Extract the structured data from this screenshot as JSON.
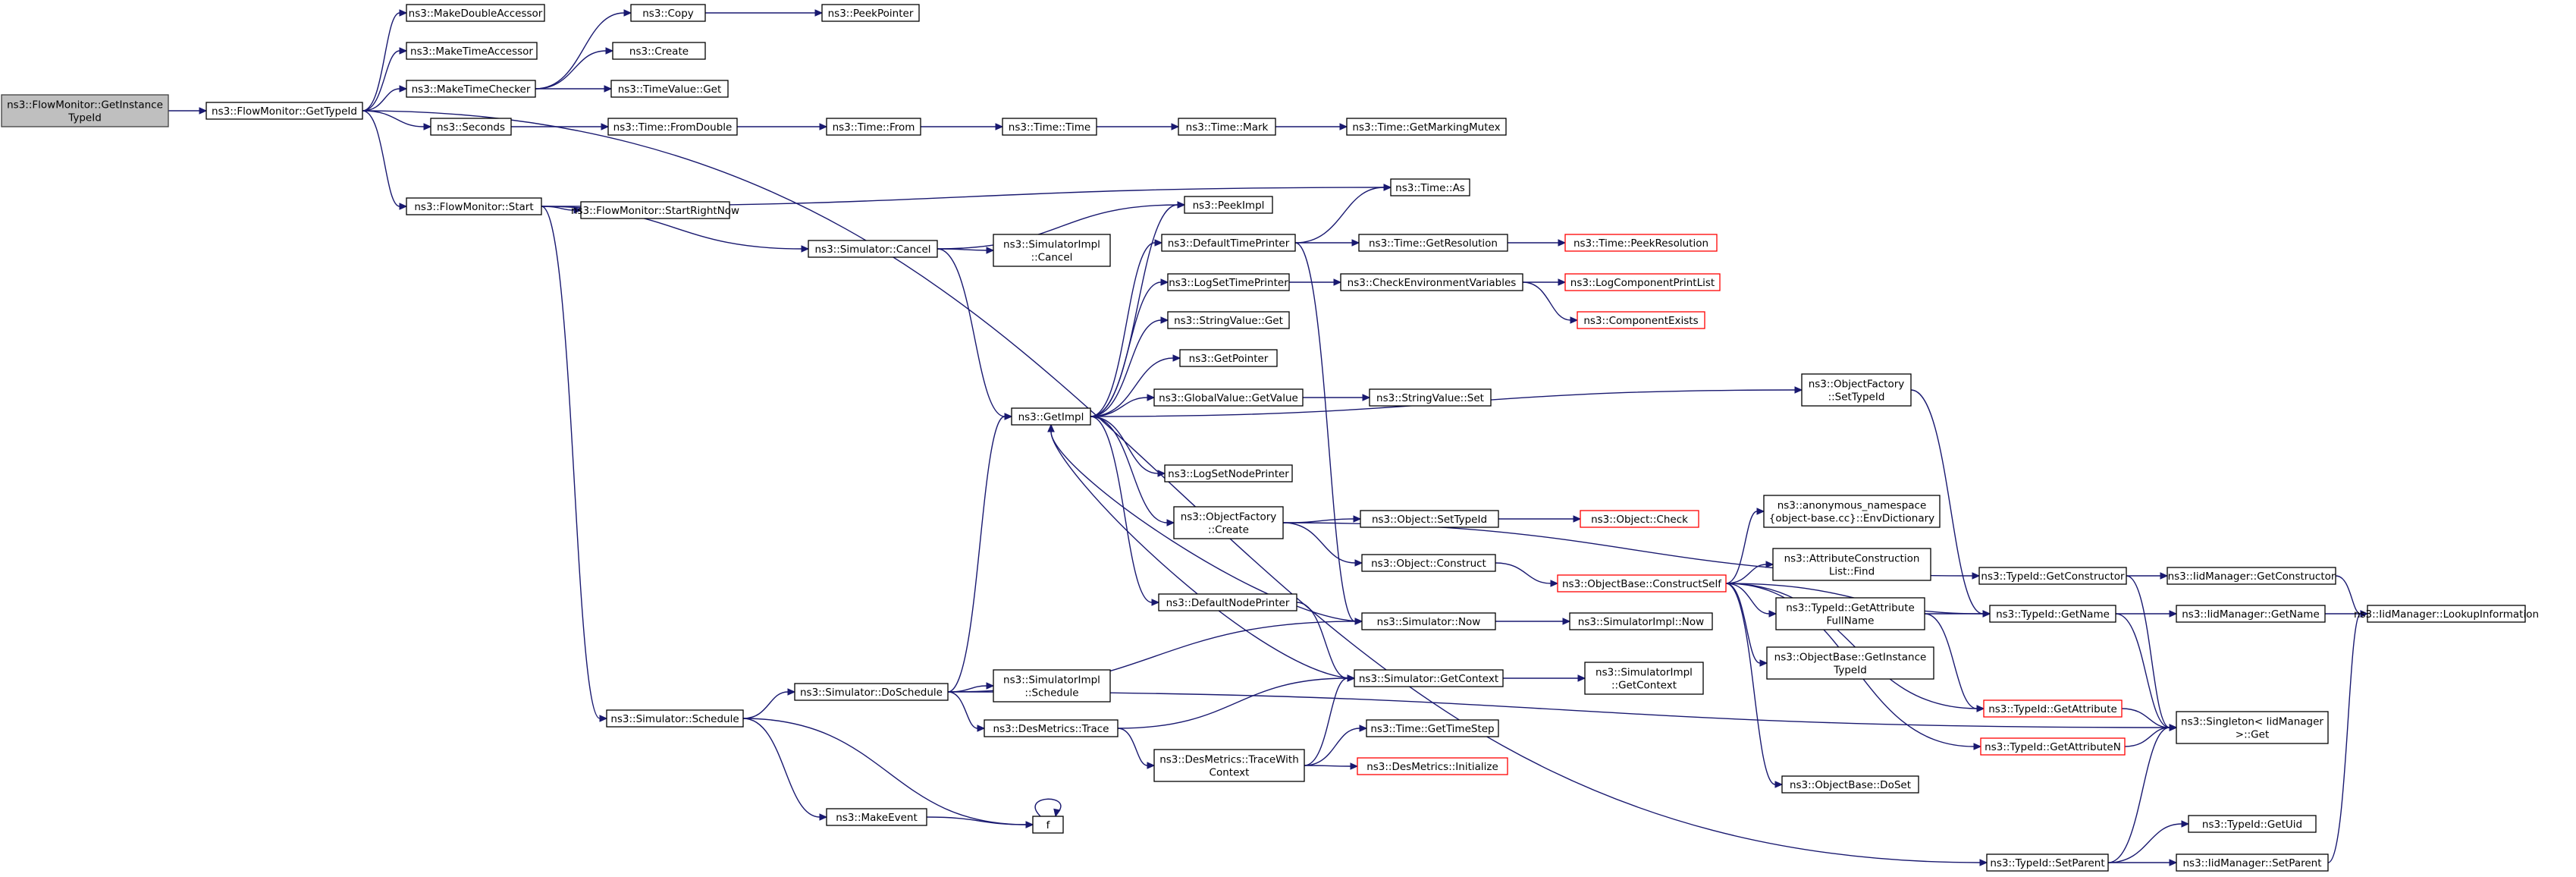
{
  "nodes": [
    {
      "id": "n0",
      "lines": [
        "ns3::FlowMonitor::GetInstance",
        "TypeId"
      ],
      "root": true
    },
    {
      "id": "n1",
      "lines": [
        "ns3::FlowMonitor::GetTypeId"
      ]
    },
    {
      "id": "n2",
      "lines": [
        "ns3::MakeDoubleAccessor"
      ]
    },
    {
      "id": "n3",
      "lines": [
        "ns3::MakeTimeAccessor"
      ]
    },
    {
      "id": "n4",
      "lines": [
        "ns3::MakeTimeChecker"
      ]
    },
    {
      "id": "n5",
      "lines": [
        "ns3::Seconds"
      ]
    },
    {
      "id": "n6",
      "lines": [
        "ns3::FlowMonitor::Start"
      ]
    },
    {
      "id": "n7",
      "lines": [
        "ns3::TypeId::SetParent"
      ]
    },
    {
      "id": "n8",
      "lines": [
        "ns3::Copy"
      ]
    },
    {
      "id": "n9",
      "lines": [
        "ns3::Create"
      ]
    },
    {
      "id": "n10",
      "lines": [
        "ns3::TimeValue::Get"
      ]
    },
    {
      "id": "n11",
      "lines": [
        "ns3::PeekPointer"
      ]
    },
    {
      "id": "n12",
      "lines": [
        "ns3::Time::FromDouble"
      ]
    },
    {
      "id": "n13",
      "lines": [
        "ns3::Time::From"
      ]
    },
    {
      "id": "n14",
      "lines": [
        "ns3::Time::Time"
      ]
    },
    {
      "id": "n15",
      "lines": [
        "ns3::Time::Mark"
      ]
    },
    {
      "id": "n16",
      "lines": [
        "ns3::Time::GetMarkingMutex"
      ]
    },
    {
      "id": "n17",
      "lines": [
        "ns3::Time::As"
      ]
    },
    {
      "id": "n18",
      "lines": [
        "ns3::FlowMonitor::StartRightNow"
      ]
    },
    {
      "id": "n19",
      "lines": [
        "ns3::Simulator::Cancel"
      ]
    },
    {
      "id": "n20",
      "lines": [
        "ns3::Simulator::Schedule"
      ]
    },
    {
      "id": "n21",
      "lines": [
        "ns3::GetImpl"
      ]
    },
    {
      "id": "n22",
      "lines": [
        "ns3::SimulatorImpl",
        "::Cancel"
      ]
    },
    {
      "id": "n23",
      "lines": [
        "ns3::PeekImpl"
      ]
    },
    {
      "id": "n24",
      "lines": [
        "ns3::DefaultTimePrinter"
      ]
    },
    {
      "id": "n25",
      "lines": [
        "ns3::LogSetTimePrinter"
      ]
    },
    {
      "id": "n26",
      "lines": [
        "ns3::StringValue::Get"
      ]
    },
    {
      "id": "n27",
      "lines": [
        "ns3::GetPointer"
      ]
    },
    {
      "id": "n28",
      "lines": [
        "ns3::GlobalValue::GetValue"
      ]
    },
    {
      "id": "n29",
      "lines": [
        "ns3::LogSetNodePrinter"
      ]
    },
    {
      "id": "n30",
      "lines": [
        "ns3::ObjectFactory",
        "::Create"
      ]
    },
    {
      "id": "n31",
      "lines": [
        "ns3::DefaultNodePrinter"
      ]
    },
    {
      "id": "n32",
      "lines": [
        "ns3::Time::GetResolution"
      ]
    },
    {
      "id": "n33",
      "lines": [
        "ns3::Time::PeekResolution"
      ],
      "trunc": true
    },
    {
      "id": "n34",
      "lines": [
        "ns3::CheckEnvironmentVariables"
      ]
    },
    {
      "id": "n35",
      "lines": [
        "ns3::LogComponentPrintList"
      ],
      "trunc": true
    },
    {
      "id": "n36",
      "lines": [
        "ns3::ComponentExists"
      ],
      "trunc": true
    },
    {
      "id": "n37",
      "lines": [
        "ns3::StringValue::Set"
      ]
    },
    {
      "id": "n38",
      "lines": [
        "ns3::ObjectFactory",
        "::SetTypeId"
      ]
    },
    {
      "id": "n39",
      "lines": [
        "ns3::Object::SetTypeId"
      ]
    },
    {
      "id": "n40",
      "lines": [
        "ns3::Object::Check"
      ],
      "trunc": true
    },
    {
      "id": "n41",
      "lines": [
        "ns3::Object::Construct"
      ]
    },
    {
      "id": "n42",
      "lines": [
        "ns3::ObjectBase::ConstructSelf"
      ],
      "trunc": true
    },
    {
      "id": "n43",
      "lines": [
        "ns3::anonymous_namespace",
        "{object-base.cc}::EnvDictionary"
      ]
    },
    {
      "id": "n44",
      "lines": [
        "ns3::AttributeConstruction",
        "List::Find"
      ]
    },
    {
      "id": "n45",
      "lines": [
        "ns3::TypeId::GetAttribute",
        "FullName"
      ]
    },
    {
      "id": "n46",
      "lines": [
        "ns3::ObjectBase::GetInstance",
        "TypeId"
      ]
    },
    {
      "id": "n47",
      "lines": [
        "ns3::ObjectBase::DoSet"
      ]
    },
    {
      "id": "n48",
      "lines": [
        "ns3::TypeId::GetConstructor"
      ]
    },
    {
      "id": "n49",
      "lines": [
        "ns3::TypeId::GetName"
      ]
    },
    {
      "id": "n50",
      "lines": [
        "ns3::TypeId::GetAttribute"
      ],
      "trunc": true
    },
    {
      "id": "n51",
      "lines": [
        "ns3::TypeId::GetAttributeN"
      ],
      "trunc": true
    },
    {
      "id": "n52",
      "lines": [
        "ns3::IidManager::GetConstructor"
      ]
    },
    {
      "id": "n53",
      "lines": [
        "ns3::IidManager::GetName"
      ]
    },
    {
      "id": "n54",
      "lines": [
        "ns3::IidManager::LookupInformation"
      ]
    },
    {
      "id": "n55",
      "lines": [
        "ns3::Singleton< IidManager",
        " >::Get"
      ]
    },
    {
      "id": "n56",
      "lines": [
        "ns3::Simulator::Now"
      ]
    },
    {
      "id": "n57",
      "lines": [
        "ns3::SimulatorImpl::Now"
      ]
    },
    {
      "id": "n58",
      "lines": [
        "ns3::Simulator::GetContext"
      ]
    },
    {
      "id": "n59",
      "lines": [
        "ns3::SimulatorImpl",
        "::GetContext"
      ]
    },
    {
      "id": "n60",
      "lines": [
        "ns3::Simulator::DoSchedule"
      ]
    },
    {
      "id": "n61",
      "lines": [
        "ns3::SimulatorImpl",
        "::Schedule"
      ]
    },
    {
      "id": "n62",
      "lines": [
        "ns3::DesMetrics::Trace"
      ]
    },
    {
      "id": "n63",
      "lines": [
        "ns3::DesMetrics::TraceWith",
        "Context"
      ]
    },
    {
      "id": "n64",
      "lines": [
        "ns3::Time::GetTimeStep"
      ]
    },
    {
      "id": "n65",
      "lines": [
        "ns3::DesMetrics::Initialize"
      ],
      "trunc": true
    },
    {
      "id": "n66",
      "lines": [
        "ns3::MakeEvent"
      ]
    },
    {
      "id": "n67",
      "lines": [
        "f"
      ]
    },
    {
      "id": "n68",
      "lines": [
        "ns3::TypeId::GetUid"
      ]
    },
    {
      "id": "n69",
      "lines": [
        "ns3::IidManager::SetParent"
      ]
    }
  ],
  "edges": [
    [
      "n0",
      "n1"
    ],
    [
      "n1",
      "n2"
    ],
    [
      "n1",
      "n3"
    ],
    [
      "n1",
      "n4"
    ],
    [
      "n1",
      "n5"
    ],
    [
      "n1",
      "n6"
    ],
    [
      "n1",
      "n7"
    ],
    [
      "n4",
      "n8"
    ],
    [
      "n4",
      "n9"
    ],
    [
      "n4",
      "n10"
    ],
    [
      "n8",
      "n11"
    ],
    [
      "n5",
      "n12"
    ],
    [
      "n12",
      "n13"
    ],
    [
      "n13",
      "n14"
    ],
    [
      "n14",
      "n15"
    ],
    [
      "n15",
      "n16"
    ],
    [
      "n6",
      "n17"
    ],
    [
      "n6",
      "n18"
    ],
    [
      "n6",
      "n19"
    ],
    [
      "n6",
      "n20"
    ],
    [
      "n19",
      "n21"
    ],
    [
      "n19",
      "n22"
    ],
    [
      "n19",
      "n23"
    ],
    [
      "n21",
      "n23"
    ],
    [
      "n21",
      "n24"
    ],
    [
      "n21",
      "n25"
    ],
    [
      "n21",
      "n26"
    ],
    [
      "n21",
      "n27"
    ],
    [
      "n21",
      "n28"
    ],
    [
      "n21",
      "n38"
    ],
    [
      "n21",
      "n29"
    ],
    [
      "n21",
      "n30"
    ],
    [
      "n21",
      "n31"
    ],
    [
      "n24",
      "n17"
    ],
    [
      "n24",
      "n32"
    ],
    [
      "n24",
      "n56"
    ],
    [
      "n32",
      "n33"
    ],
    [
      "n25",
      "n34"
    ],
    [
      "n34",
      "n35"
    ],
    [
      "n34",
      "n36"
    ],
    [
      "n28",
      "n37"
    ],
    [
      "n38",
      "n49"
    ],
    [
      "n30",
      "n48"
    ],
    [
      "n30",
      "n39"
    ],
    [
      "n30",
      "n41"
    ],
    [
      "n39",
      "n40"
    ],
    [
      "n41",
      "n42"
    ],
    [
      "n42",
      "n43"
    ],
    [
      "n42",
      "n44"
    ],
    [
      "n42",
      "n45"
    ],
    [
      "n42",
      "n46"
    ],
    [
      "n42",
      "n47"
    ],
    [
      "n42",
      "n49"
    ],
    [
      "n42",
      "n50"
    ],
    [
      "n42",
      "n51"
    ],
    [
      "n45",
      "n49"
    ],
    [
      "n45",
      "n50"
    ],
    [
      "n48",
      "n52"
    ],
    [
      "n48",
      "n55"
    ],
    [
      "n52",
      "n54"
    ],
    [
      "n49",
      "n53"
    ],
    [
      "n49",
      "n55"
    ],
    [
      "n53",
      "n54"
    ],
    [
      "n50",
      "n55"
    ],
    [
      "n51",
      "n55"
    ],
    [
      "n31",
      "n58"
    ],
    [
      "n56",
      "n21"
    ],
    [
      "n56",
      "n57"
    ],
    [
      "n58",
      "n21"
    ],
    [
      "n58",
      "n59"
    ],
    [
      "n20",
      "n60"
    ],
    [
      "n20",
      "n66"
    ],
    [
      "n20",
      "n67"
    ],
    [
      "n60",
      "n21"
    ],
    [
      "n60",
      "n56"
    ],
    [
      "n60",
      "n61"
    ],
    [
      "n60",
      "n62"
    ],
    [
      "n60",
      "n55"
    ],
    [
      "n62",
      "n58"
    ],
    [
      "n62",
      "n63"
    ],
    [
      "n63",
      "n58"
    ],
    [
      "n63",
      "n64"
    ],
    [
      "n63",
      "n65"
    ],
    [
      "n66",
      "n67"
    ],
    [
      "n67",
      "n67"
    ],
    [
      "n7",
      "n55"
    ],
    [
      "n7",
      "n68"
    ],
    [
      "n7",
      "n69"
    ],
    [
      "n69",
      "n54"
    ]
  ]
}
